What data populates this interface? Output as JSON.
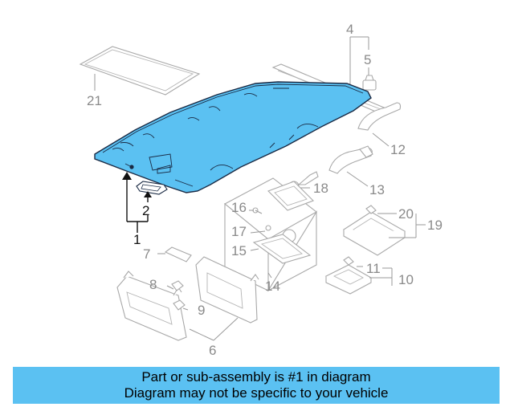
{
  "callouts": {
    "c1": "1",
    "c2": "2",
    "c4": "4",
    "c5": "5",
    "c6": "6",
    "c7": "7",
    "c8": "8",
    "c9": "9",
    "c10": "10",
    "c11": "11",
    "c12": "12",
    "c13": "13",
    "c14": "14",
    "c15": "15",
    "c16": "16",
    "c17": "17",
    "c18": "18",
    "c19": "19",
    "c20": "20",
    "c21": "21"
  },
  "highlight": {
    "color": "#5bc1f2",
    "outline": "#1a2a44",
    "part_number": "1"
  },
  "banner": {
    "line1": "Part or sub-assembly is #1 in diagram",
    "line2": "Diagram may not be specific to your vehicle",
    "color": "#5bc1f2"
  }
}
